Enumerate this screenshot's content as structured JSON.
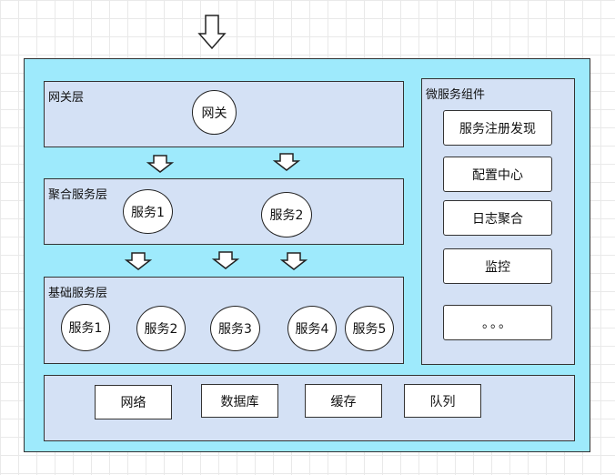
{
  "gateway_layer": {
    "title": "网关层",
    "nodes": [
      "网关"
    ]
  },
  "aggregation_layer": {
    "title": "聚合服务层",
    "nodes": [
      "服务1",
      "服务2"
    ]
  },
  "base_layer": {
    "title": "基础服务层",
    "nodes": [
      "服务1",
      "服务2",
      "服务3",
      "服务4",
      "服务5"
    ]
  },
  "components_panel": {
    "title": "微服务组件",
    "items": [
      "服务注册发现",
      "配置中心",
      "日志聚合",
      "监控",
      "。。。"
    ]
  },
  "infra_layer": {
    "items": [
      "网络",
      "数据库",
      "缓存",
      "队列"
    ]
  }
}
